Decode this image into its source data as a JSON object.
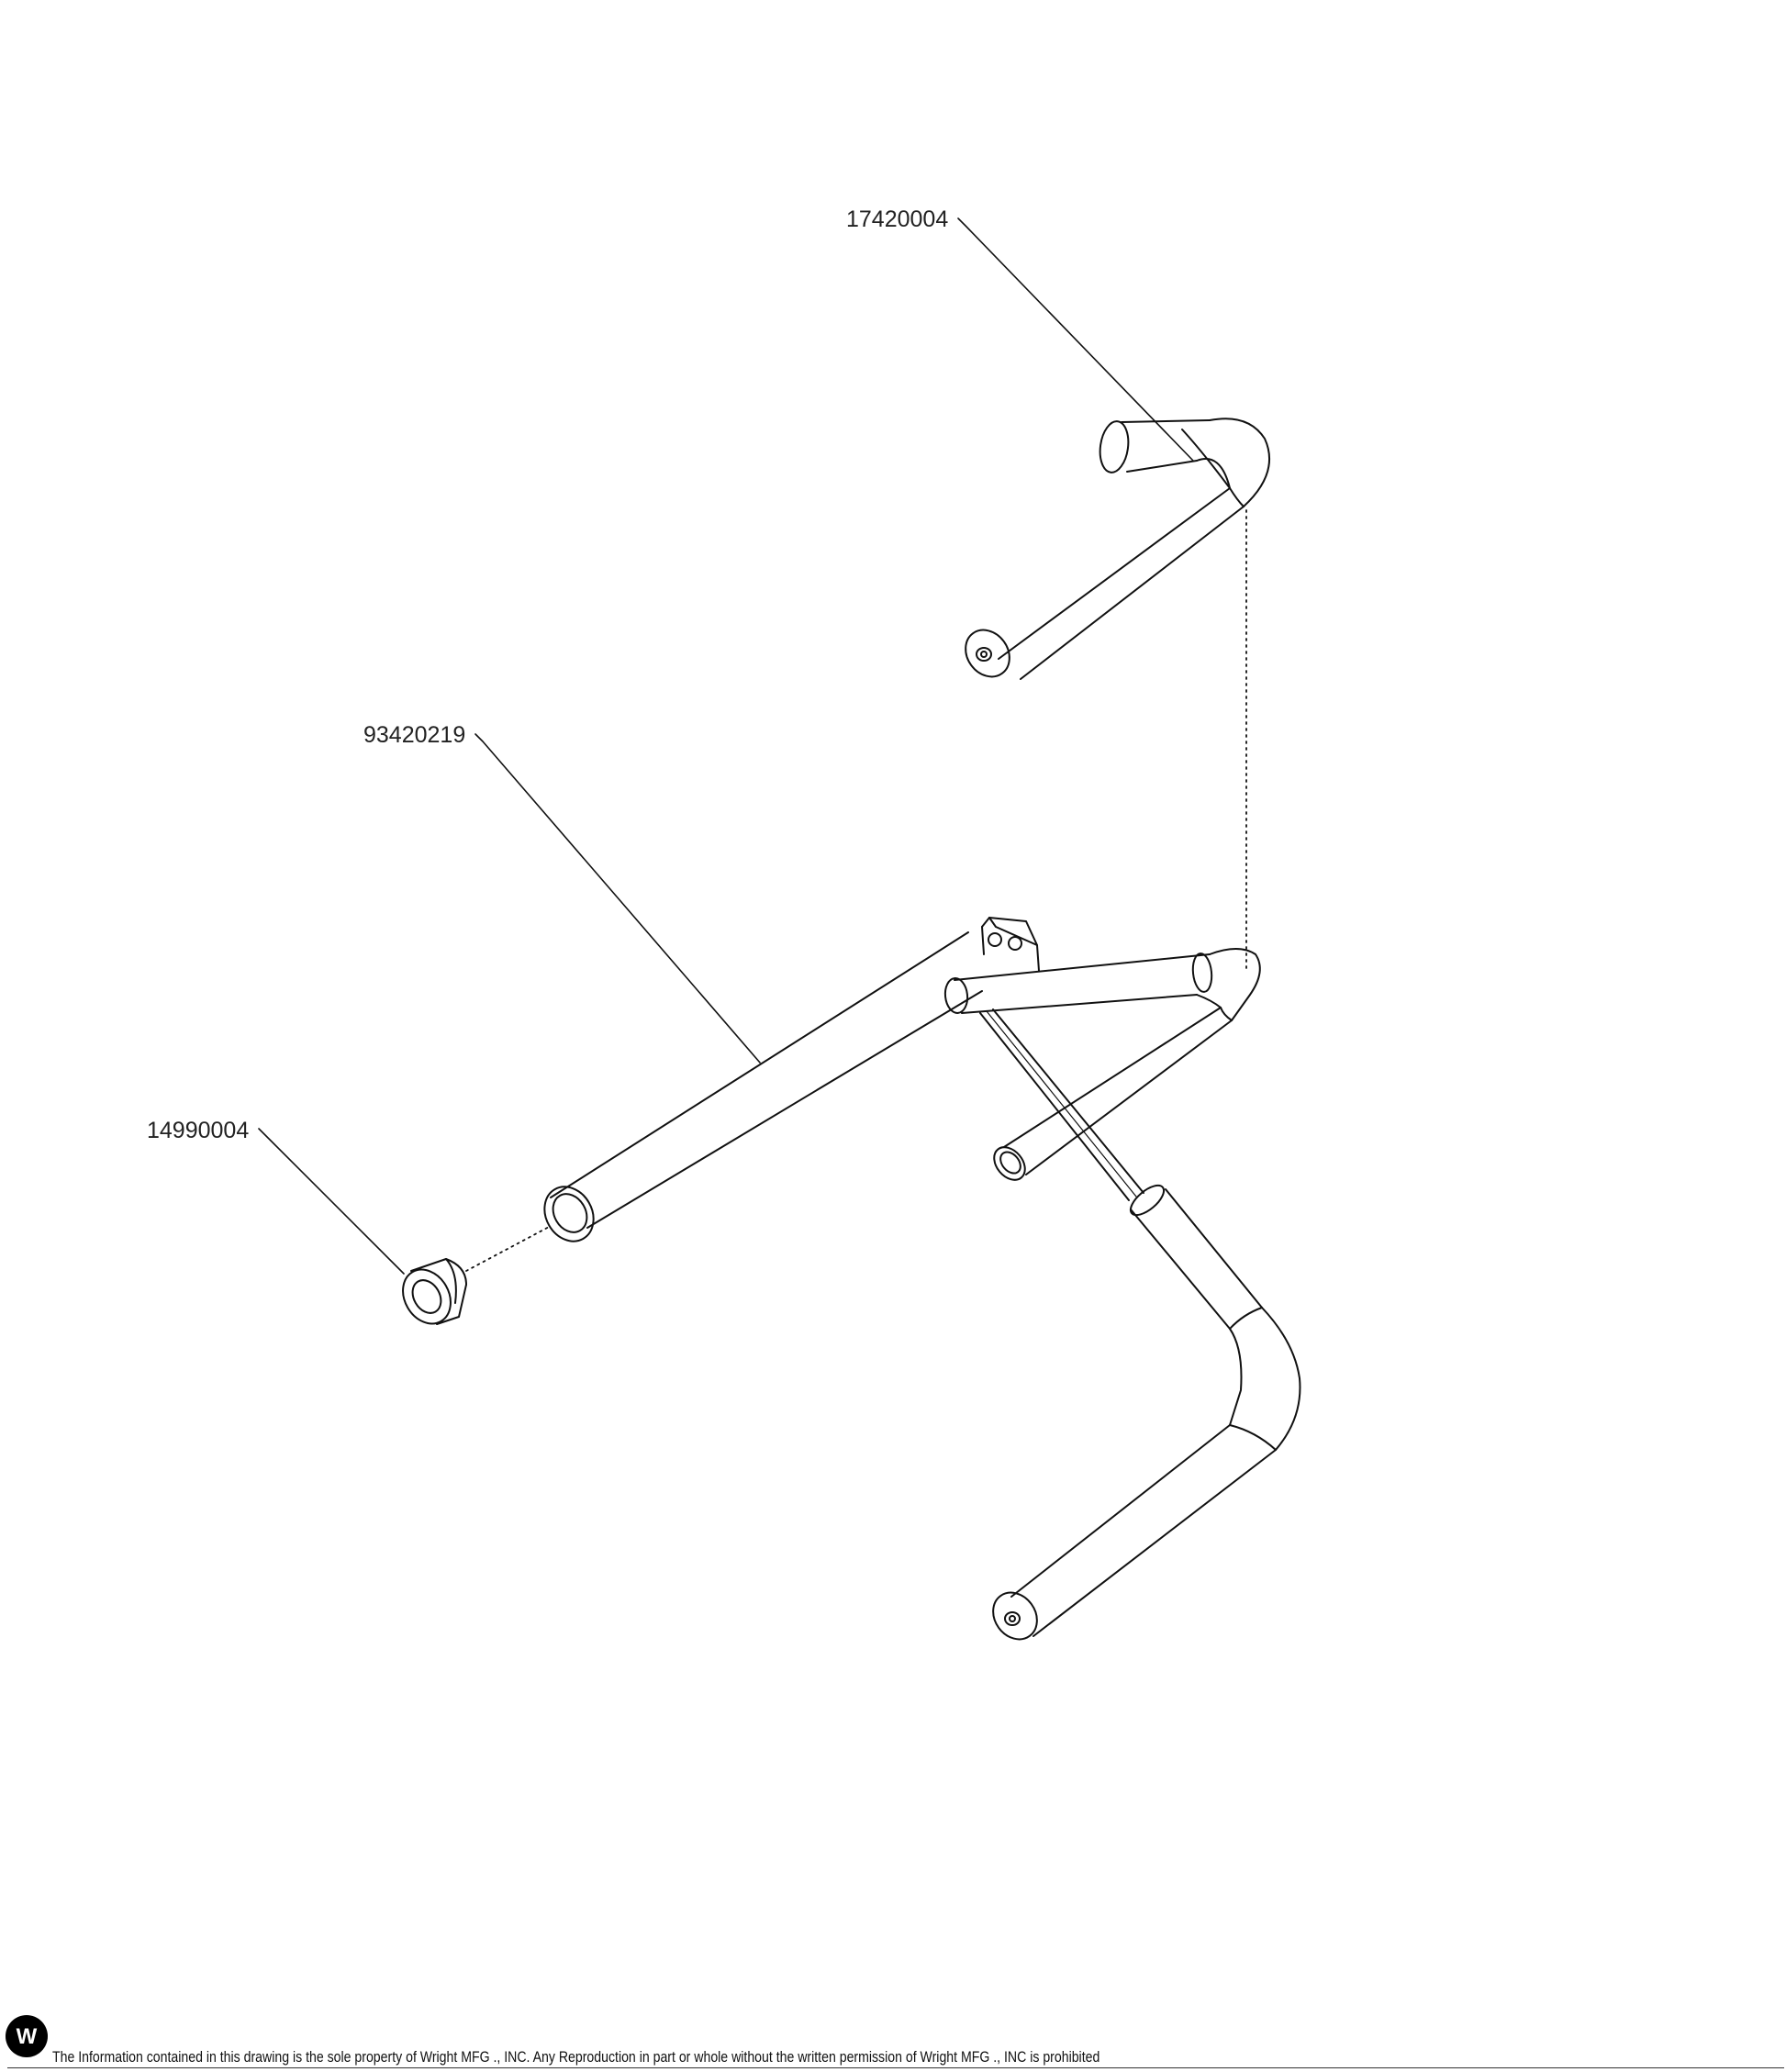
{
  "callouts": {
    "grip_sleeve": "17420004",
    "handle_weldment": "93420219",
    "bushing": "14990004"
  },
  "footer": {
    "notice": "The Information contained in this drawing is the sole property of Wright MFG ., INC. Any Reproduction in part or whole without the written permission of Wright MFG ., INC is prohibited",
    "logo_letter": "W"
  },
  "colors": {
    "line": "#111111",
    "background": "#ffffff"
  }
}
